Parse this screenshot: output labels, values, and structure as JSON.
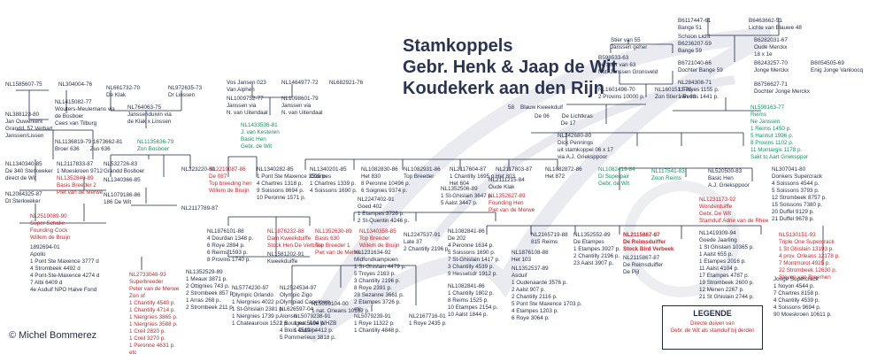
{
  "title": {
    "line1": "Stamkoppels",
    "line2": "Gebr. Henk & Jaap de Wit",
    "line3": "Koudekerk aan den Rijn"
  },
  "colors": {
    "black": "#1f2a44",
    "red": "#c2292e",
    "green": "#18915e",
    "watermark": "#e7e9ee"
  },
  "nodes": [
    {
      "id": "n1",
      "text": "NL1585607-75",
      "color": "black"
    },
    {
      "id": "n2",
      "text": "NL304004-76",
      "color": "black"
    },
    {
      "id": "n3",
      "text": "NL1415082-77\nWouters-Meulemans via\nde Bosboer\nCees van Tilburg",
      "color": "black"
    },
    {
      "id": "n4",
      "text": "NL388123-80\nJan Ouwerkerk\nGrandd. 57 Verbart\nJanssen/Lissen",
      "color": "black"
    },
    {
      "id": "n5",
      "text": "NL1136819-79 1673662-81\nBroer 636       Zus 636",
      "color": "black"
    },
    {
      "id": "n6",
      "text": "NL1340340-85\nDe 340 Sterkweker\ndirect de Wit",
      "color": "black"
    },
    {
      "id": "n7",
      "text": "NL2117833-87\n1 Moeskroen 9712",
      "color": "black"
    },
    {
      "id": "n8",
      "text": "NL1352840-89\nBasis Breeder 2\nPiet van de Merwe",
      "color": "red"
    },
    {
      "id": "n9",
      "text": "NL2084325-87\nDt Sterkweker",
      "color": "black"
    },
    {
      "id": "n10",
      "text": "NL2519089-90\nSuper Schalie\nFounding Cock\nWillem de Bruijn",
      "color": "red"
    },
    {
      "id": "n11",
      "text": "1892694-01\nApollo\n1 Pont Ste Maxence 3777 d\n4 Strombeek 4492 d\n4 Pont-Ste-Maxence 4274 d\n7 Albi 6409 d\n4e Asduif NPO Halve Fond",
      "color": "black"
    },
    {
      "id": "n12",
      "text": "NL661732-70\nDe Klak",
      "color": "black"
    },
    {
      "id": "n13",
      "text": "NL972635-73\nDr Linssen",
      "color": "black"
    },
    {
      "id": "n14",
      "text": "NL764063-75\nJanssenduivin via\nde Klak x Linssen",
      "color": "black"
    },
    {
      "id": "n15",
      "text": "NL1135636-79\nZon Bosboer",
      "color": "green"
    },
    {
      "id": "n16",
      "text": "NL532726-83\nGrandd Bosboer",
      "color": "black"
    },
    {
      "id": "n17",
      "text": "NL1340366-85",
      "color": "black"
    },
    {
      "id": "n18",
      "text": "NL1079186-86\n186 De Wit",
      "color": "black"
    },
    {
      "id": "n19",
      "text": "NL323220-80",
      "color": "black"
    },
    {
      "id": "n20",
      "text": "NL2117789-87",
      "color": "black"
    },
    {
      "id": "n21",
      "text": "NL2733048-93\nSuperbreeder\nPeter van de Merwe\nZon of\n1 Chantilly 4540 p.\n1 Chantilly 4714 p.\n1 Niergnies 3865 p.\n1 Niergnies 3588 p.\n1 Creil 2820 p.\n1 Creil 3270 p.\n1 Peronne 4631 p.\netc",
      "color": "red"
    },
    {
      "id": "n22",
      "text": "Vos Jansen 023\nVan Alphen",
      "color": "black"
    },
    {
      "id": "n23",
      "text": "NL1464977-72",
      "color": "black"
    },
    {
      "id": "n24",
      "text": "NL682921-76",
      "color": "black"
    },
    {
      "id": "n25",
      "text": "NL1009752-77\nJanssen via\nN. van Uitendaal",
      "color": "black"
    },
    {
      "id": "n26",
      "text": "NL1098601-79\nJanssen via\nN. van Uitendaal",
      "color": "black"
    },
    {
      "id": "n27",
      "text": "NL1433536-81\nJ. van Kesteren\nBasic Hen\nGebr. de Wit",
      "color": "green"
    },
    {
      "id": "n28",
      "text": "NL2219087-86\nDe 087\nTop breeding hen\nWillem de Bruijn",
      "color": "red"
    },
    {
      "id": "n29",
      "text": "NL1340282-85\n1 Pont Ste Maxence 3525 p.\n4 Chartres 1318 p.\n9 Soissons 8694 p.\n10 Peronne 1571 p.",
      "color": "black"
    },
    {
      "id": "n30",
      "text": "NL1876101-88\n4 Dourdan 1348 p.\n6 Roye 2894 p.\n6 Reims 1593 p.\n8 Provins 1740 p.",
      "color": "black"
    },
    {
      "id": "n31",
      "text": "NL1352529-89\n1 Meaux 3871 p.\n2 Ottignies 743 p.\n2 Strombeek 857 p.\n1 Arras 268 p.\n2 Strombeek 211 p.",
      "color": "black"
    },
    {
      "id": "n32",
      "text": "NL1876232-88\nDam Kweekduiffe\nStock Hen De Verbree",
      "color": "red"
    },
    {
      "id": "n33",
      "text": "NL1581202-91\nKweekduiffe",
      "color": "black"
    },
    {
      "id": "n34",
      "text": "NL5774230-97\nOlympic Orlando\n1 Niergnies 4022 p.\n1 St-Ghislain 2381 p.\n1 Niergnies 1739 p.\n1 Chateauroux 1522 p.",
      "color": "black"
    },
    {
      "id": "n35",
      "text": "NL2524534-97\nOlympic Zigo\nOlympiad Capetown\nNL626597-04\nAlonso\n1 Bourges 5194 p.\n4 Blois 4512 p.\n5 Pommerieux 3818 p.",
      "color": "black"
    },
    {
      "id": "n36",
      "text": "NL1340201-85\nChartres\n1 Chartres 1339 p.\n4 Soissons 1690 p.",
      "color": "black"
    },
    {
      "id": "n37",
      "text": "NL1082830-86\nHet 830\n8 Peronne 10496 p.\n6 Soignies 9374 p.",
      "color": "black"
    },
    {
      "id": "n38",
      "text": "NL1082931-86\nTop Breeder",
      "color": "black"
    },
    {
      "id": "n39",
      "text": "NL2117604-87\n1 Chantilly 1695 p.\nHet 604",
      "color": "black"
    },
    {
      "id": "n40",
      "text": "NL2117803-87\nHet 803",
      "color": "black"
    },
    {
      "id": "n41",
      "text": "NL1082872-86\nHet 872",
      "color": "black"
    },
    {
      "id": "n42",
      "text": "NL2247402-91\nGoed 402\n1 Etampes 3726 p.\n2 St-Quentin 4246 p.",
      "color": "black"
    },
    {
      "id": "n43",
      "text": "NL2247537-91\nLate 37\n2 Chantilly 2196 p.",
      "color": "black"
    },
    {
      "id": "n44",
      "text": "NL1352506-89\n1 St-Ghislain 3647 p.\n5 Aalst 3447 p.",
      "color": "black"
    },
    {
      "id": "n45",
      "text": "NL2111215-84\nOude Klak",
      "color": "black"
    },
    {
      "id": "n46",
      "text": "NL1352627-89\nFounding Hen\nPiet van de Merwe",
      "color": "red"
    },
    {
      "id": "n47",
      "text": "NL1352630-89\nBasis 630\nTop Breeder 1\nPiet van de Merwe",
      "color": "red"
    },
    {
      "id": "n48",
      "text": "NL1340358-85\nTop Breeder\nWillem de Bruijn",
      "color": "red"
    },
    {
      "id": "n49",
      "text": "NL1231634-92\nMidfondkampioen\n1 St-Ghislain 4479 p.\n5 Troyes 2163 p.\n3 Chantilly 2196 p.\n8 Roye 2391 p.\n28 Sezanne 3661 p.\n2 Etampes 3726 p.\netc.",
      "color": "black"
    },
    {
      "id": "n50",
      "text": "NL5099104-00\n1 nat. Orleans 10182 p.",
      "color": "black"
    },
    {
      "id": "n51",
      "text": "NL5079238-91\n1 nat. Ace WHZB\n1 Dutfel 4412 p.",
      "color": "black"
    },
    {
      "id": "n52",
      "text": "NL5079239-91\n1 Roye 11322 p.\n1 Chantilly 4848 p.",
      "color": "black"
    },
    {
      "id": "n53",
      "text": "NL2167716-01\n1 Roye 2435 p.",
      "color": "black"
    },
    {
      "id": "n54",
      "text": "NL1082841-86\nDe 202\n4 Peronne 1634 p.\n5 Soissons 1690 p.\n7 St-Ghislain 1417 p.\n3 Chantilly 4539 p.\n9 Hesselsdr 1912 p.",
      "color": "black"
    },
    {
      "id": "n55",
      "text": "NL1082841-86\n1 Chantilly 1802 p.\n8 Reims 1525 p.\n10 Etampes 2154 p.\n10 Aalst 1844 p.",
      "color": "black"
    },
    {
      "id": "n56",
      "text": "NL1876108-88\nHet 103",
      "color": "black"
    },
    {
      "id": "n57",
      "text": "NL1352537-89\nAsduif\n1 Oudenaarde 3576 p.\n2 Aalst 907 p.\n2 Chantilly 2116 p.\n5 Pont Ste Maxence 1703 p.\n4 Etampes 1203 p.\n6 Roye 3064 p.",
      "color": "black"
    },
    {
      "id": "n58",
      "text": "NL2165719-88\n815 Reims",
      "color": "black"
    },
    {
      "id": "n59",
      "text": "NL1352552-89\nDe Etampes\n1 Etampes 3927 p.\n2 Chantilly 2196 p.\n23 Aalst 3907 p.",
      "color": "black"
    },
    {
      "id": "n60",
      "text": "NL1082419-84\nDi Superpair\nGebr. de Wit",
      "color": "green"
    },
    {
      "id": "n61",
      "text": "NL2115867-87\nDe Reimsduiffer\nStock Bird Verbeek",
      "color": "red"
    },
    {
      "id": "n62",
      "text": "NL2115867-87\nDe Reimsduiffer\nDe Pijl",
      "color": "black"
    },
    {
      "id": "n63",
      "text": "58    Blauw Kweekduif",
      "color": "black"
    },
    {
      "id": "n64",
      "text": "De 06        De Lichtkras\n                 De 17",
      "color": "black"
    },
    {
      "id": "n65",
      "text": "NL1601496-70\n2 Provins 10000 p.",
      "color": "black"
    },
    {
      "id": "n66",
      "text": "NL242680-80\nDick Pennings\nuit stamkoppel 06 x 17\nvia A.J. Grieksppoor",
      "color": "black"
    },
    {
      "id": "n67",
      "text": "Stier van 55\nJanssen geher",
      "color": "black"
    },
    {
      "id": "n68",
      "text": "B598533-63\nde Stier van 63\nNot. Janssen Gronsveld",
      "color": "black"
    },
    {
      "id": "n69",
      "text": "NL1601513-70\nZon Stier van 63",
      "color": "black"
    },
    {
      "id": "n70",
      "text": "B6117447-61\nBange 51",
      "color": "black"
    },
    {
      "id": "n71",
      "text": "Schoon Licht",
      "color": "black"
    },
    {
      "id": "n72",
      "text": "B6236207-59\nBange 59",
      "color": "black"
    },
    {
      "id": "n73",
      "text": "B6721040-66\nDochter Bange 59",
      "color": "black"
    },
    {
      "id": "n74",
      "text": "NL284308-71\n1 Troyes 1155 p.\n1 Reims 1441 p.",
      "color": "black"
    },
    {
      "id": "n75",
      "text": "B6463662-51\nLichte van Blauwe 48",
      "color": "black"
    },
    {
      "id": "n76",
      "text": "B6282031-67\nOude Merckx\n18 x 1e",
      "color": "black"
    },
    {
      "id": "n77",
      "text": "B6243257-70\nJonge Merckx",
      "color": "black"
    },
    {
      "id": "n78",
      "text": "B6054505-69\nEnig Jonge Vanloocq",
      "color": "black"
    },
    {
      "id": "n79",
      "text": "B6756627-71\nDochter Jonge Merckx",
      "color": "black"
    },
    {
      "id": "n80",
      "text": "NL598163-77\nReims\nNe Janssen\n1 Reims 1450 p.\n5 Hannut 1996 p.\n8 Provins 1102 p.\n11 Montargis 1178 p.\nSakt to Aart Grieksppor",
      "color": "green"
    },
    {
      "id": "n81",
      "text": "NL117541-83\nZoon Reims",
      "color": "green"
    },
    {
      "id": "n82",
      "text": "NL520500-83\nBasic Hen\nA.J. Grieksppoor",
      "color": "black"
    },
    {
      "id": "n83",
      "text": "NL1231173-92\nWonderduiffe\nGebr. De Wit\nStamduif Adrie van de Rhee",
      "color": "red"
    },
    {
      "id": "n84",
      "text": "NL307041-80\nDonkers Supercrack\n4 Soissons 4544 p.\n5 Soissons 3793 p.\n12 Strombeek 8757 p.\n15 Soissons 7380 p.\n20 Duffel 9129 p.\n21 Duffel 9678 p.",
      "color": "black"
    },
    {
      "id": "n85",
      "text": "NL1419309-94\nGoede Jaarling\n1 St Ghislain 10365 p.\n1 Aalst 655 p.\n1 Etampes 2016 p.\n11 Aalst 4104 p.\n17 Etampes 4787 p.\n19 Strombeek 2600 p.\n12 Menen 2267 p.\n21 St Ghislain 2744 p.",
      "color": "black"
    },
    {
      "id": "n86",
      "text": "NL5130151-93\nTriple One Supercrack\n1 St Ghislain 13193 p.\n4 prov. Orleans 12178 p.\n7 Montmorot 4925 p.\n22 Strombeek 12630 p.\nSteven van Breemen",
      "color": "red"
    },
    {
      "id": "n87",
      "text": "Jonge Supercrack\n1 Noyon 4544 p.\n7 Chartres 8158 p.\n4 Chantilly 4539 p.\n4 Soissons 9694 p.\n90 Moeskroen 10611 p.",
      "color": "black"
    }
  ],
  "legend": {
    "title": "LEGENDE",
    "text": "Directe duiven van\nGebr. de Wit als stamduif bij derden"
  },
  "copyright": "© Michel Bommerez"
}
